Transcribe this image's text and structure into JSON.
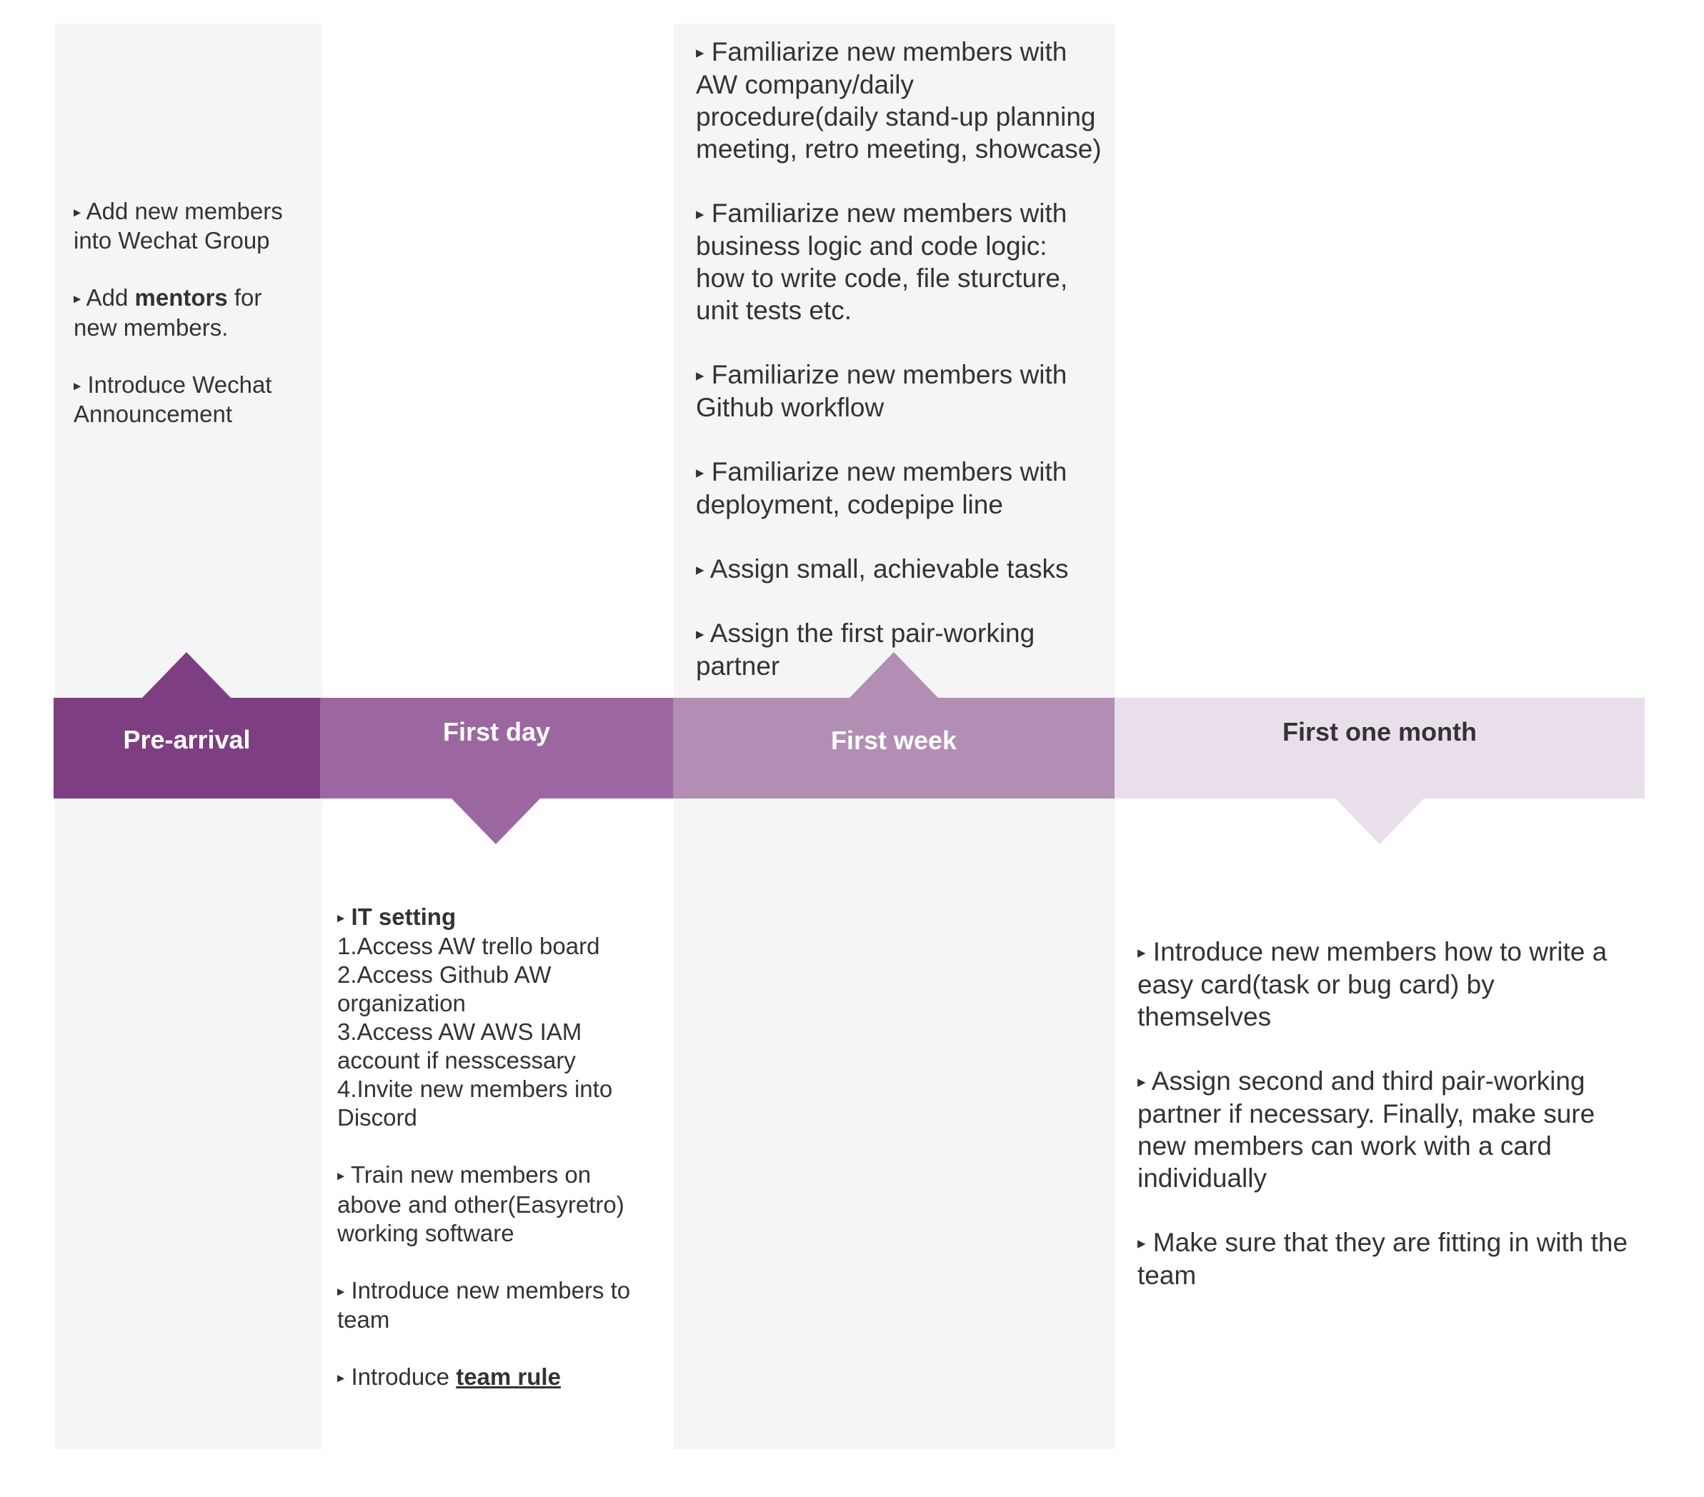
{
  "colors": {
    "pre_arrival": "#7e3f82",
    "first_day": "#9c67a0",
    "first_week": "#b28eb5",
    "first_month": "#e9dfeb",
    "column_background": "#f5f5f5",
    "text": "#333333"
  },
  "bullet_icon": "small-right-triangle",
  "bullet_glyph": "▸",
  "stages": {
    "pre_arrival": {
      "label": "Pre-arrival",
      "items": [
        {
          "text": "Add new members\ninto Wechat Group"
        },
        {
          "pre": "Add ",
          "bold": "mentors",
          "post": " for\nnew members."
        },
        {
          "text": "Introduce Wechat\nAnnouncement"
        }
      ]
    },
    "first_day": {
      "label": "First day",
      "it_setting": {
        "title": "IT setting",
        "lines": "1.Access AW trello board\n2.Access Github AW\norganization\n3.Access AW AWS IAM\naccount if nesscessary\n4.Invite new members into\nDiscord"
      },
      "items": [
        {
          "text": "Train new members on\nabove and other(Easyretro)\nworking software"
        },
        {
          "text": "Introduce new members to\nteam"
        },
        {
          "pre": "Introduce ",
          "bold_underline": "team rule"
        }
      ]
    },
    "first_week": {
      "label": "First week",
      "items": [
        {
          "text": "Familiarize new members with\nAW company/daily\nprocedure(daily stand-up planning\nmeeting, retro meeting, showcase)"
        },
        {
          "text": "Familiarize new members with\nbusiness logic and code logic:\nhow to write code, file sturcture,\nunit tests etc."
        },
        {
          "text": "Familiarize new members with\nGithub workflow"
        },
        {
          "text": "Familiarize new members with\ndeployment, codepipe line"
        },
        {
          "text": "Assign small, achievable tasks"
        },
        {
          "text": "Assign the first pair-working\npartner"
        }
      ]
    },
    "first_month": {
      "label": "First one month",
      "items": [
        {
          "text": "Introduce new members how to write a\neasy card(task or bug card) by\nthemselves"
        },
        {
          "text": "Assign second and third pair-working\npartner if necessary. Finally, make sure\nnew members can work with a card\nindividually"
        },
        {
          "text": "Make sure that they are fitting in with the\nteam"
        }
      ]
    }
  }
}
